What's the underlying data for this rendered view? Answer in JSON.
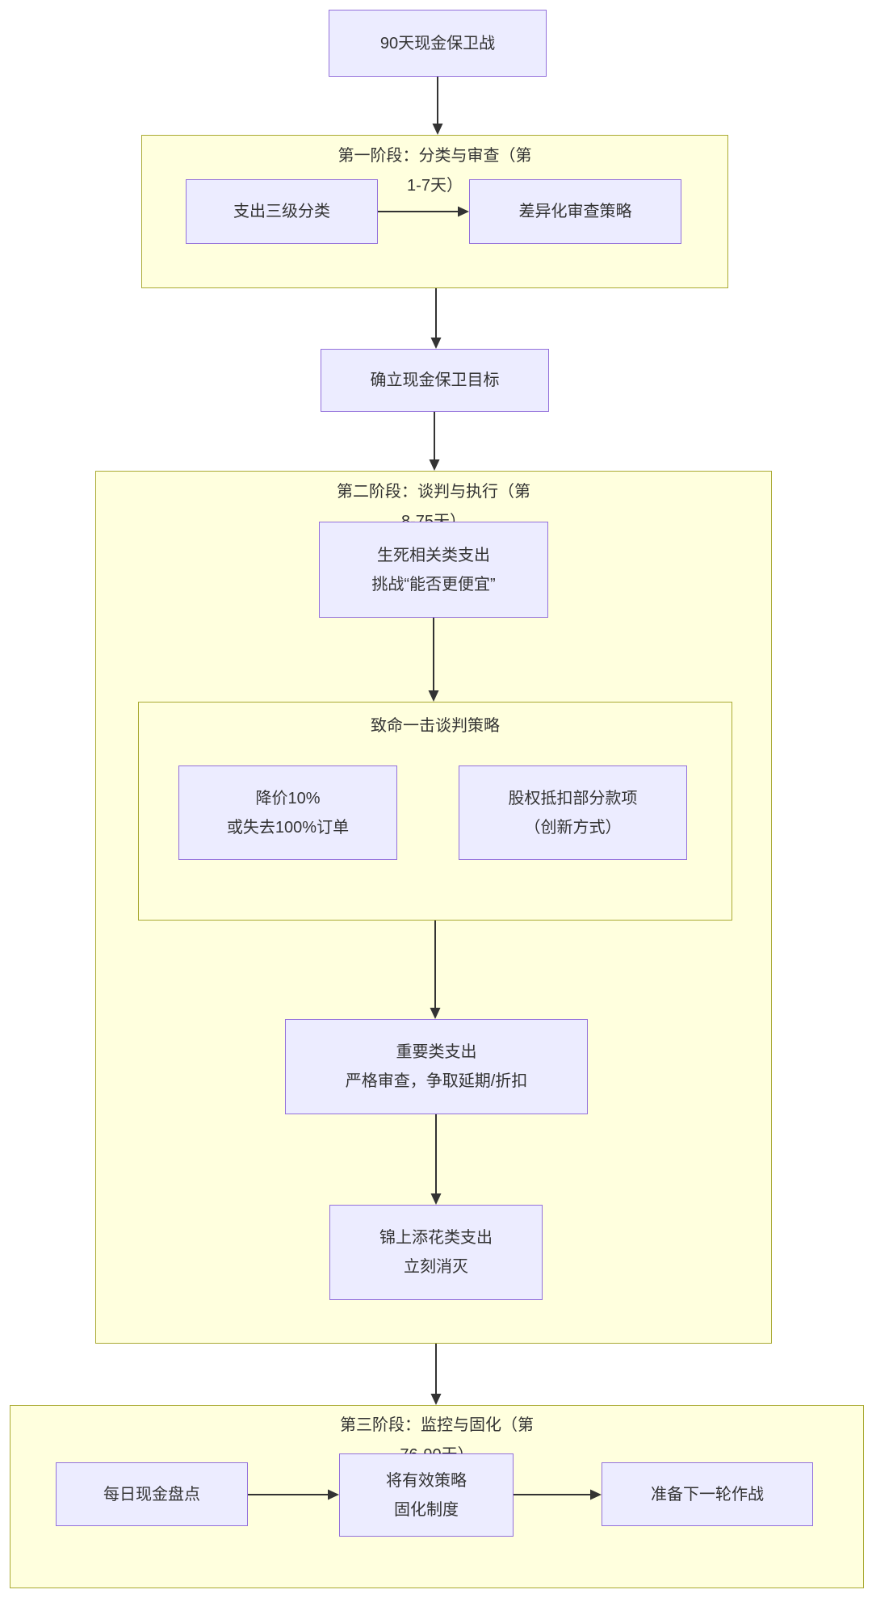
{
  "diagram_type": "flowchart",
  "nodes": {
    "root": {
      "label": "90天现金保卫战"
    },
    "classify": {
      "label": "支出三级分类"
    },
    "review": {
      "label": "差异化审查策略"
    },
    "goal": {
      "label": "确立现金保卫目标"
    },
    "critical": {
      "line1": "生死相关类支出",
      "line2": "挑战“能否更便宜”"
    },
    "discount": {
      "line1": "降价10%",
      "line2": "或失去100%订单"
    },
    "equity": {
      "line1": "股权抵扣部分款项",
      "line2": "（创新方式）"
    },
    "important": {
      "line1": "重要类支出",
      "line2": "严格审查，争取延期/折扣"
    },
    "nice_to_have": {
      "line1": "锦上添花类支出",
      "line2": "立刻消灭"
    },
    "daily_check": {
      "label": "每日现金盘点"
    },
    "solidify": {
      "line1": "将有效策略",
      "line2": "固化制度"
    },
    "next_round": {
      "label": "准备下一轮作战"
    }
  },
  "containers": {
    "phase1": {
      "title_line1": "第一阶段：分类与审查（第",
      "title_line2": "1-7天）"
    },
    "phase2": {
      "title_line1": "第二阶段：谈判与执行（第",
      "title_line2": "8-75天）"
    },
    "strategy": {
      "title": "致命一击谈判策略"
    },
    "phase3": {
      "title_line1": "第三阶段：监控与固化（第",
      "title_line2": "76-90天）"
    }
  },
  "edges": [
    {
      "from": "root",
      "to": "phase1"
    },
    {
      "from": "classify",
      "to": "review"
    },
    {
      "from": "phase1",
      "to": "goal"
    },
    {
      "from": "goal",
      "to": "phase2"
    },
    {
      "from": "critical",
      "to": "strategy"
    },
    {
      "from": "strategy",
      "to": "important"
    },
    {
      "from": "important",
      "to": "nice_to_have"
    },
    {
      "from": "phase2",
      "to": "phase3"
    },
    {
      "from": "daily_check",
      "to": "solidify"
    },
    {
      "from": "solidify",
      "to": "next_round"
    }
  ],
  "colors": {
    "node_fill": "#ECECFF",
    "node_border": "#9370DB",
    "container_fill": "#FFFFDE",
    "container_border": "#AAAA33",
    "arrow": "#333333",
    "text": "#333333",
    "background": "#FFFFFF"
  }
}
